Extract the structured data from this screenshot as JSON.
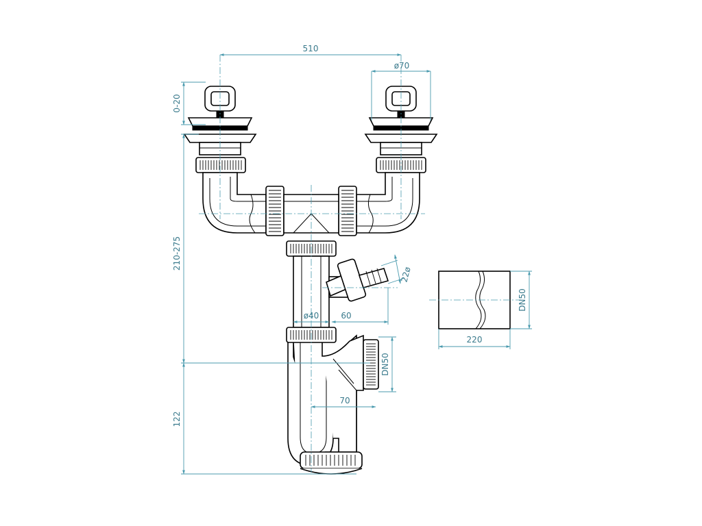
{
  "dimensions": {
    "basin_spacing": "510",
    "strainer_diameter": "ø70",
    "strainer_height": "0-20",
    "trap_height": "210-275",
    "outlet_height": "122",
    "tube_diameter": "ø40",
    "branch_offset": "60",
    "hose_diameter": "22ø",
    "outlet_size": "DN50",
    "outlet_offset": "70",
    "pipe_size": "DN50",
    "pipe_length": "220"
  },
  "colors": {
    "dimension": "#4a9aae",
    "outline": "#000000"
  }
}
